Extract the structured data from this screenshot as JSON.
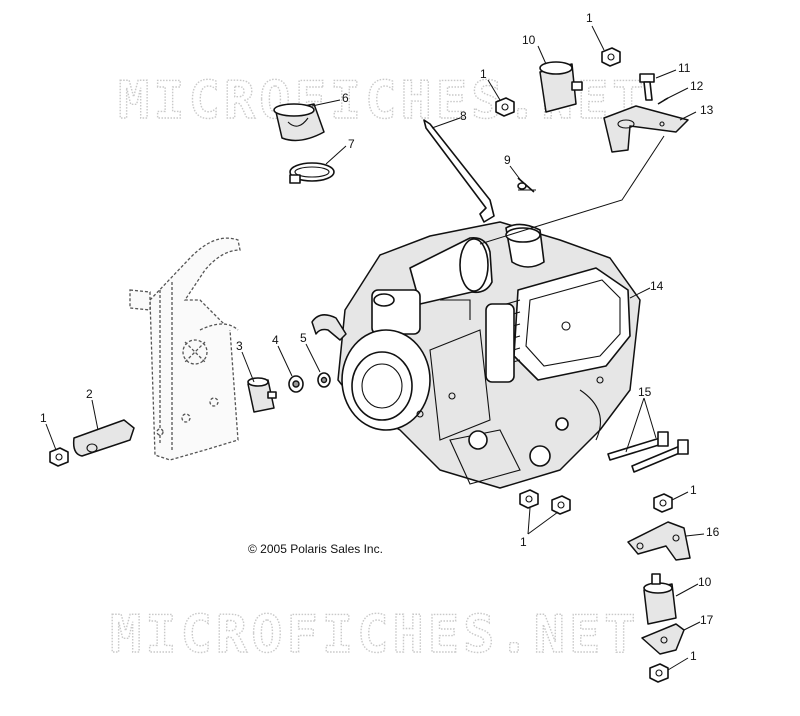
{
  "watermarks": [
    "MICROFICHES.NET",
    "MICROFICHES.NET"
  ],
  "copyright": "© 2005 Polaris Sales Inc.",
  "callouts": [
    "1",
    "10",
    "1",
    "11",
    "12",
    "13",
    "6",
    "8",
    "7",
    "9",
    "14",
    "3",
    "4",
    "5",
    "2",
    "1",
    "15",
    "1",
    "1",
    "16",
    "10",
    "17",
    "1"
  ]
}
